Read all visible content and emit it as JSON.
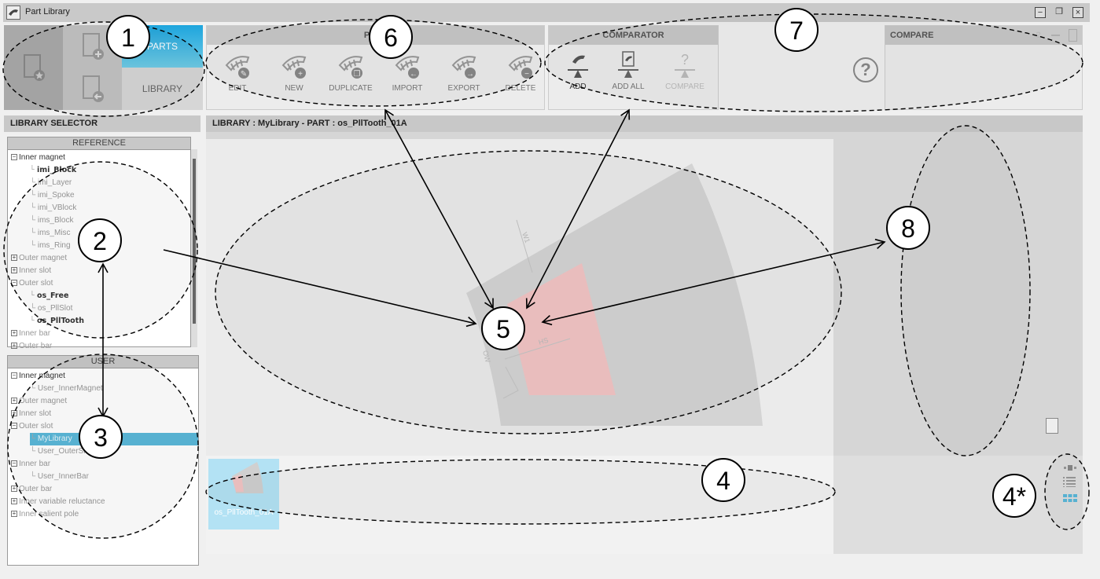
{
  "window": {
    "title": "Part Library",
    "controls": [
      "minimize",
      "restore",
      "close"
    ]
  },
  "mode_tiles": {
    "parts_label": "PARTS",
    "library_label": "LIBRARY",
    "parts_active": true
  },
  "parts_panel": {
    "header": "PART",
    "buttons": [
      {
        "label": "EDIT",
        "icon": "edit"
      },
      {
        "label": "NEW",
        "icon": "plus"
      },
      {
        "label": "DUPLICATE",
        "icon": "copy"
      },
      {
        "label": "IMPORT",
        "icon": "arrow-left"
      },
      {
        "label": "EXPORT",
        "icon": "arrow-right"
      },
      {
        "label": "DELETE",
        "icon": "minus"
      }
    ]
  },
  "comparator": {
    "header": "COMPARATOR",
    "buttons": [
      {
        "label": "ADD",
        "enabled": true
      },
      {
        "label": "ADD ALL",
        "enabled": true
      },
      {
        "label": "COMPARE",
        "enabled": false
      }
    ]
  },
  "compare_panel": {
    "header": "COMPARE"
  },
  "library_selector": {
    "title": "LIBRARY SELECTOR",
    "reference": {
      "header": "REFERENCE",
      "nodes": [
        {
          "label": "Inner magnet",
          "level": 0,
          "expanded": true
        },
        {
          "label": "imi_Block",
          "level": 1,
          "style": "bold"
        },
        {
          "label": "imi_Layer",
          "level": 1
        },
        {
          "label": "imi_Spoke",
          "level": 1
        },
        {
          "label": "imi_VBlock",
          "level": 1
        },
        {
          "label": "ims_Block",
          "level": 1
        },
        {
          "label": "ims_Misc",
          "level": 1
        },
        {
          "label": "ims_Ring",
          "level": 1
        },
        {
          "label": "Outer magnet",
          "level": 0,
          "expanded": false
        },
        {
          "label": "Inner slot",
          "level": 0,
          "expanded": false
        },
        {
          "label": "Outer slot",
          "level": 0,
          "expanded": true
        },
        {
          "label": "os_Free",
          "level": 1,
          "style": "bold"
        },
        {
          "label": "os_PllSlot",
          "level": 1
        },
        {
          "label": "os_PllTooth",
          "level": 1,
          "style": "bold"
        },
        {
          "label": "Inner bar",
          "level": 0,
          "expanded": false
        },
        {
          "label": "Outer bar",
          "level": 0,
          "expanded": false
        }
      ]
    },
    "user": {
      "header": "USER",
      "nodes": [
        {
          "label": "Inner magnet",
          "level": 0,
          "expanded": true
        },
        {
          "label": "User_InnerMagnet",
          "level": 1
        },
        {
          "label": "Outer magnet",
          "level": 0,
          "expanded": false
        },
        {
          "label": "Inner slot",
          "level": 0,
          "expanded": false
        },
        {
          "label": "Outer slot",
          "level": 0,
          "expanded": true
        },
        {
          "label": "MyLibrary",
          "level": 1,
          "selected": true
        },
        {
          "label": "User_OuterSlot",
          "level": 1
        },
        {
          "label": "Inner bar",
          "level": 0,
          "expanded": true
        },
        {
          "label": "User_InnerBar",
          "level": 1
        },
        {
          "label": "Outer bar",
          "level": 0,
          "expanded": false
        },
        {
          "label": "Inner variable reluctance",
          "level": 0,
          "expanded": false
        },
        {
          "label": "Inner salient pole",
          "level": 0,
          "expanded": false
        }
      ]
    }
  },
  "main": {
    "header": "LIBRARY : MyLibrary  -  PART : os_PllTooth_01A",
    "drawing_labels": [
      "W1",
      "HS",
      "OW"
    ],
    "thumbnails": [
      {
        "label": "os_PllTooth_01A",
        "selected": true
      }
    ],
    "view_modes": [
      "carousel",
      "list",
      "grid"
    ],
    "active_view_mode": "grid"
  },
  "annotations": [
    "1",
    "2",
    "3",
    "4",
    "4*",
    "5",
    "6",
    "7",
    "8"
  ],
  "colors": {
    "accent": "#5bb8d9",
    "parts_tile": "#3aaee0",
    "part_pink": "#f2c4c4",
    "part_gray": "#d4d4d4"
  }
}
